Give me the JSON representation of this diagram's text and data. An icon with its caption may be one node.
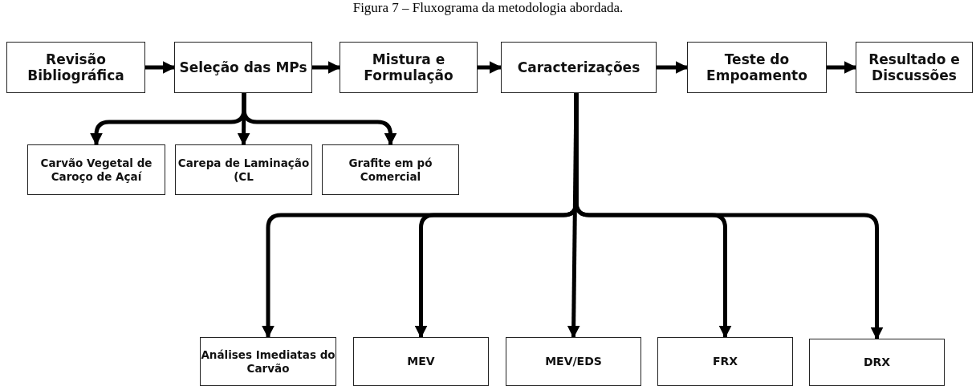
{
  "diagram": {
    "title": "Figura 7 – Fluxograma da metodologia abordada.",
    "nodes": [
      {
        "text": [
          "Revisão Bibliográfica"
        ]
      },
      {
        "text": [
          "Seleção das MPs"
        ]
      },
      {
        "text": [
          "Mistura e Formulação"
        ]
      },
      {
        "text": [
          "Caracterizações"
        ]
      },
      {
        "text": [
          "Teste do Empoamento"
        ]
      },
      {
        "text": [
          "Resultado e Discussões"
        ]
      },
      {
        "text": [
          "Carvão Vegetal de Caroço de Açaí"
        ]
      },
      {
        "text": [
          "Carepa de Laminação (CL"
        ]
      },
      {
        "text": [
          "Grafite em pó Comercial"
        ]
      },
      {
        "text": [
          "Análises Imediatas do Carvão"
        ]
      },
      {
        "text": [
          "MEV"
        ]
      },
      {
        "text": [
          "MEV/EDS"
        ]
      },
      {
        "text": [
          "FRX"
        ]
      },
      {
        "text": [
          "DRX"
        ]
      }
    ],
    "edges": [
      {
        "from": 0,
        "to": 1,
        "arrow": "to"
      },
      {
        "from": 1,
        "to": 2,
        "arrow": "to"
      },
      {
        "from": 2,
        "to": 3,
        "arrow": "to"
      },
      {
        "from": 3,
        "to": 4,
        "arrow": "to"
      },
      {
        "from": 4,
        "to": 5,
        "arrow": "to"
      },
      {
        "from": 1,
        "to": 6,
        "arrow": "to"
      },
      {
        "from": 1,
        "to": 7,
        "arrow": "to"
      },
      {
        "from": 1,
        "to": 8,
        "arrow": "to"
      },
      {
        "from": 3,
        "to": 9,
        "arrow": "to"
      },
      {
        "from": 3,
        "to": 10,
        "arrow": "to"
      },
      {
        "from": 3,
        "to": 11,
        "arrow": "to"
      },
      {
        "from": 3,
        "to": 12,
        "arrow": "to"
      },
      {
        "from": 3,
        "to": 13,
        "arrow": "to"
      }
    ]
  }
}
